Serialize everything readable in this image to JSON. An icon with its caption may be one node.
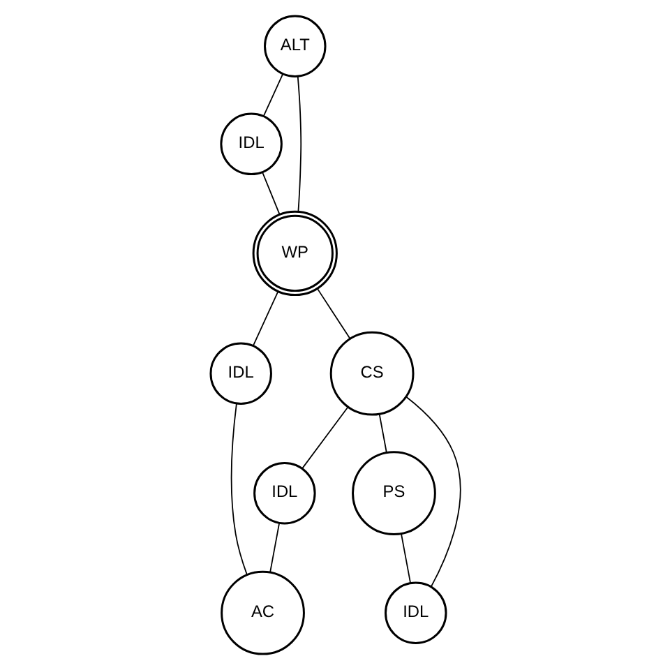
{
  "diagram": {
    "nodes": [
      {
        "text": [
          "ALT"
        ]
      },
      {
        "text": [
          "IDL"
        ]
      },
      {
        "text": [
          "WP"
        ]
      },
      {
        "text": [
          "IDL"
        ]
      },
      {
        "text": [
          "CS"
        ]
      },
      {
        "text": [
          "IDL"
        ]
      },
      {
        "text": [
          "PS"
        ]
      },
      {
        "text": [
          "IDL"
        ]
      },
      {
        "text": [
          "AC"
        ]
      }
    ],
    "edges": [
      {
        "from": 0,
        "to": 1,
        "arrow": "none"
      },
      {
        "from": 0,
        "to": 2,
        "arrow": "none"
      },
      {
        "from": 1,
        "to": 2,
        "arrow": "none"
      },
      {
        "from": 2,
        "to": 3,
        "arrow": "none"
      },
      {
        "from": 2,
        "to": 4,
        "arrow": "none"
      },
      {
        "from": 3,
        "to": 8,
        "arrow": "none"
      },
      {
        "from": 4,
        "to": 5,
        "arrow": "none"
      },
      {
        "from": 5,
        "to": 8,
        "arrow": "none"
      },
      {
        "from": 4,
        "to": 6,
        "arrow": "none"
      },
      {
        "from": 6,
        "to": 7,
        "arrow": "none"
      },
      {
        "from": 7,
        "to": 4,
        "arrow": "none"
      }
    ]
  }
}
